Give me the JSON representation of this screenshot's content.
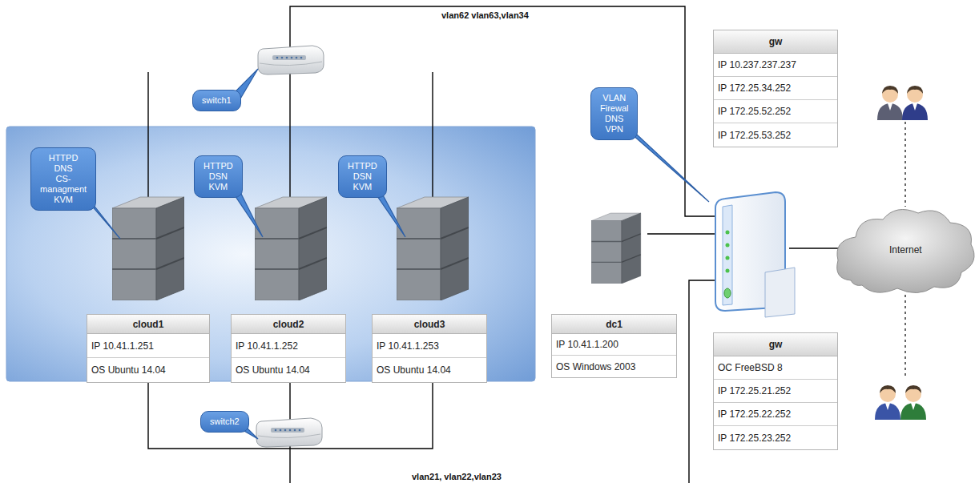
{
  "diagram": {
    "nodes": [
      {
        "text": [
          "gw",
          "IP 10.237.237.237",
          "IP 172.25.34.252",
          "IP 172.25.52.252",
          "IP 172.25.53.252"
        ]
      },
      {
        "text": [
          "switch1"
        ]
      },
      {
        "text": [
          "HTTPD DNS CS-managment KVM"
        ]
      },
      {
        "text": [
          "HTTPD DSN KVM"
        ]
      },
      {
        "text": [
          "HTTPD DSN KVM"
        ]
      },
      {
        "text": [
          "VLAN Firewal DNS VPN"
        ]
      },
      {
        "text": [
          "Internet"
        ]
      },
      {
        "text": [
          "cloud1",
          "IP 10.41.1.251",
          "OS Ubuntu 14.04"
        ]
      },
      {
        "text": [
          "cloud2",
          "IP 10.41.1.252",
          "OS Ubuntu 14.04"
        ]
      },
      {
        "text": [
          "cloud3",
          "IP 10.41.1.253",
          "OS Ubuntu 14.04"
        ]
      },
      {
        "text": [
          "dc1",
          "IP 10.41.1.200",
          "OS Windows 2003"
        ]
      },
      {
        "text": [
          "gw",
          "OC FreeBSD 8",
          "IP 172.25.21.252",
          "IP 172.25.22.252",
          "IP 172.25.23.252"
        ]
      },
      {
        "text": [
          "switch2"
        ]
      }
    ],
    "labels": [
      "vlan62 vlan63,vlan34",
      "vlan21, vlan22,vlan23"
    ]
  }
}
